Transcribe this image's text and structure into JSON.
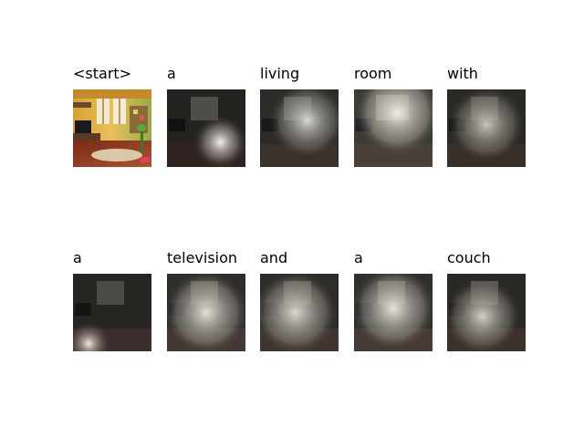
{
  "tokens": [
    {
      "word": "<start>",
      "image": "living-room-original"
    },
    {
      "word": "a",
      "image": "attention-map-1"
    },
    {
      "word": "living",
      "image": "attention-map-2"
    },
    {
      "word": "room",
      "image": "attention-map-3"
    },
    {
      "word": "with",
      "image": "attention-map-4"
    },
    {
      "word": "a",
      "image": "attention-map-5"
    },
    {
      "word": "television",
      "image": "attention-map-6"
    },
    {
      "word": "and",
      "image": "attention-map-7"
    },
    {
      "word": "a",
      "image": "attention-map-8"
    },
    {
      "word": "couch",
      "image": "attention-map-9"
    }
  ]
}
